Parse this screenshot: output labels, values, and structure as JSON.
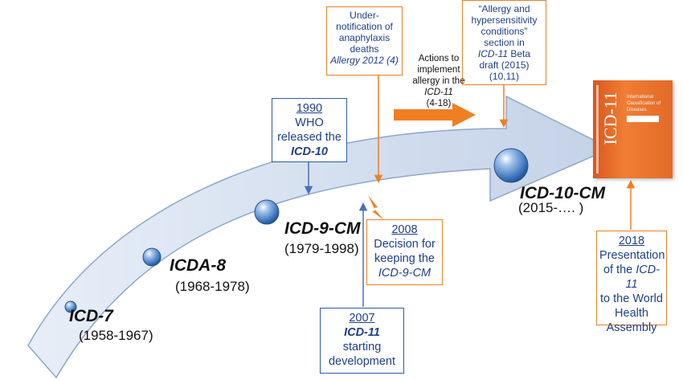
{
  "timeline": [
    {
      "event": "ICD-7",
      "years": "(1958-1967)"
    },
    {
      "event": "ICDA-8",
      "years": "(1968-1978)"
    },
    {
      "event": "ICD-9-CM",
      "years": "(1979-1998)"
    },
    {
      "event": "ICD-10-CM",
      "years": "(2015-…. )"
    }
  ],
  "boxes": {
    "who_1990": {
      "year": "1990",
      "line1": "WHO",
      "line2": "released the",
      "name": "ICD-10"
    },
    "dev_2007": {
      "year": "2007",
      "name": "ICD-11",
      "line1": "starting",
      "line2": "development"
    },
    "decision_2008": {
      "year": "2008",
      "line1": "Decision for",
      "line2": "keeping the",
      "name": "ICD-9-CM"
    },
    "underreport": {
      "line1": "Under-",
      "line2": "notification of",
      "line3": "anaphylaxis",
      "line4": "deaths",
      "ref": "Allergy 2012 (4)"
    },
    "beta": {
      "line1": "“Allergy and",
      "line2": "hypersensitivity",
      "line3": "conditions”",
      "line4": "section in",
      "name": "ICD-11",
      "line5b": " Beta",
      "line6": "draft (2015)",
      "line7": "(10,11)"
    },
    "presentation_2018": {
      "year": "2018",
      "line1": "Presentation",
      "line2a": "of the ",
      "name": "ICD-11",
      "line3": "to the World",
      "line4": "Health",
      "line5": "Assembly"
    }
  },
  "actions": {
    "line1": "Actions to",
    "line2": "implement",
    "line3": "allergy in the",
    "name": "ICD-11",
    "line5": "(4-18)"
  },
  "book": {
    "line1": "International",
    "line2": "Classification of",
    "line3": "Diseases",
    "title": "ICD-11"
  },
  "colors": {
    "arrow_fill": "#c9d6ea",
    "blue": "#2e5aa8",
    "orange": "#ef7f22",
    "text_blue": "#1f3f8a"
  }
}
